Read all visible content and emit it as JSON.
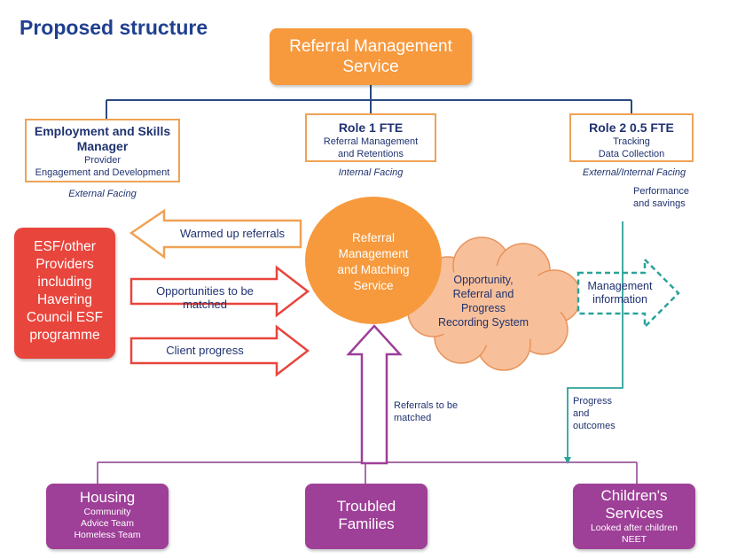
{
  "title": "Proposed structure",
  "top_box": {
    "line1": "Referral Management",
    "line2": "Service"
  },
  "roles": {
    "manager": {
      "title_line1": "Employment and Skills",
      "title_line2": "Manager",
      "sub1": "Provider",
      "sub2": "Engagement and Development",
      "facing": "External Facing"
    },
    "role1": {
      "title": "Role 1 FTE",
      "sub1": "Referral Management",
      "sub2": "and Retentions",
      "facing": "Internal Facing"
    },
    "role2": {
      "title": "Role 2 0.5 FTE",
      "sub1": "Tracking",
      "sub2": "Data Collection",
      "facing": "External/Internal  Facing"
    }
  },
  "performance_note": {
    "line1": "Performance",
    "line2": "and savings"
  },
  "esf_box": {
    "lines": [
      "ESF/other",
      "Providers",
      "including",
      "Havering",
      "Council ESF",
      "programme"
    ]
  },
  "arrows": {
    "warmed": "Warmed up referrals",
    "opportunities": "Opportunities to be matched",
    "client_progress": "Client progress"
  },
  "circle": {
    "lines": [
      "Referral",
      "Management",
      "and Matching",
      "Service"
    ]
  },
  "cloud": {
    "lines": [
      "Opportunity,",
      "Referral and",
      "Progress",
      "Recording System"
    ]
  },
  "management_info": {
    "line1": "Management",
    "line2": "information"
  },
  "referrals_note": {
    "line1": "Referrals to be",
    "line2": "matched"
  },
  "progress_note": {
    "line1": "Progress",
    "line2": "and",
    "line3": "outcomes"
  },
  "bottom": {
    "housing": {
      "title": "Housing",
      "sub1": "Community",
      "sub2": "Advice Team",
      "sub3": "Homeless Team"
    },
    "troubled": {
      "line1": "Troubled",
      "line2": "Families"
    },
    "children": {
      "line1": "Children's",
      "line2": "Services",
      "sub1": "Looked after children",
      "sub2": "NEET"
    }
  },
  "colors": {
    "navy": "#1f3270",
    "orange": "#f69a3d",
    "red": "#e8453c",
    "purple": "#9e3f98",
    "teal": "#2ba39a",
    "cloud": "#f8c09a"
  }
}
